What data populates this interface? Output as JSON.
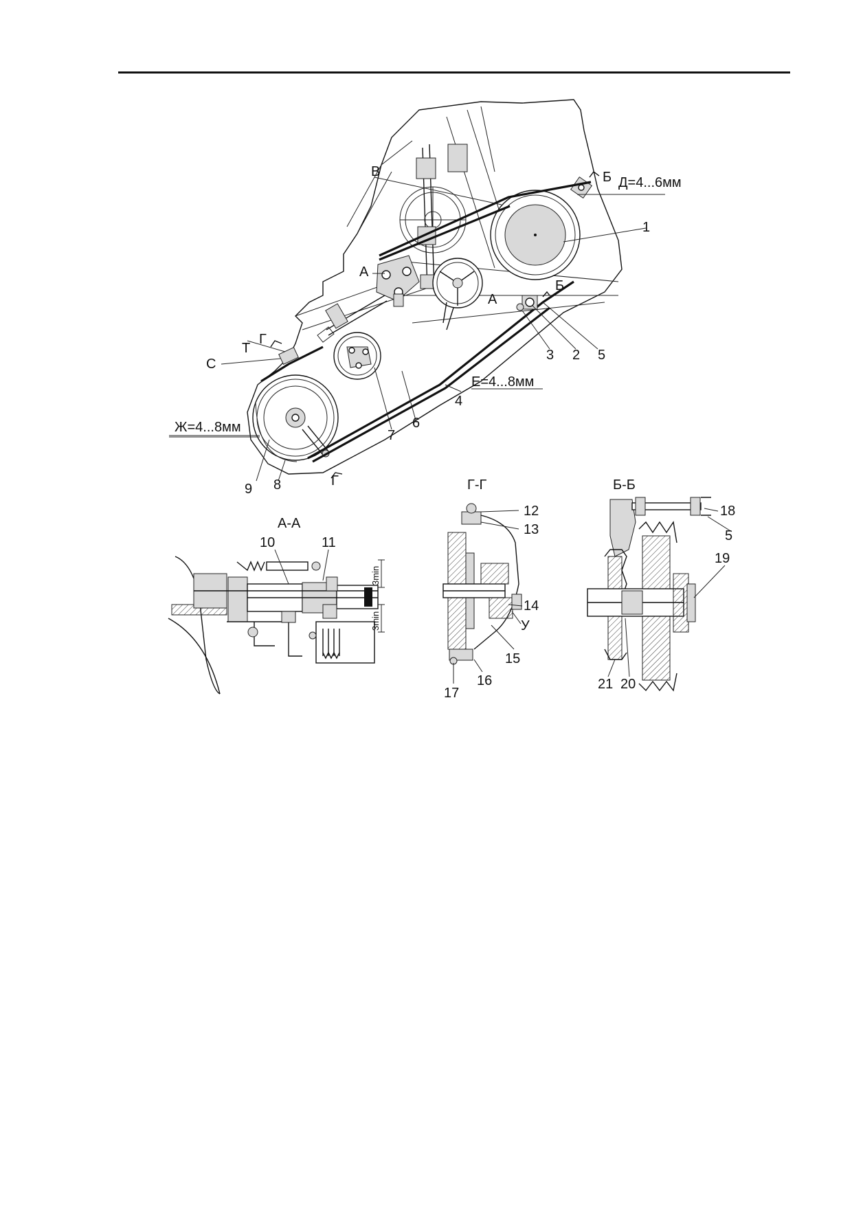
{
  "main_view": {
    "leaders": [
      "1",
      "2",
      "3",
      "4",
      "5",
      "6",
      "7",
      "8",
      "9"
    ],
    "letters": {
      "V": "В",
      "B_top": "Б",
      "B_mid": "Б",
      "A_left": "А",
      "A_mid": "А",
      "T": "Т",
      "S": "С",
      "G_top": "Г",
      "G_bot": "Г"
    },
    "dim_D": "Д=4...6мм",
    "dim_E": "Е=4...8мм",
    "dim_Zh": "Ж=4...8мм"
  },
  "section_AA": {
    "title": "А-А",
    "leaders": [
      "10",
      "11"
    ],
    "dims": [
      "3min",
      "3min"
    ]
  },
  "section_GG": {
    "title": "Г-Г",
    "leaders": [
      "12",
      "13",
      "14",
      "15",
      "16",
      "17"
    ],
    "letter_U": "У"
  },
  "section_BB": {
    "title": "Б-Б",
    "leaders": [
      "18",
      "5",
      "19",
      "20",
      "21"
    ]
  }
}
